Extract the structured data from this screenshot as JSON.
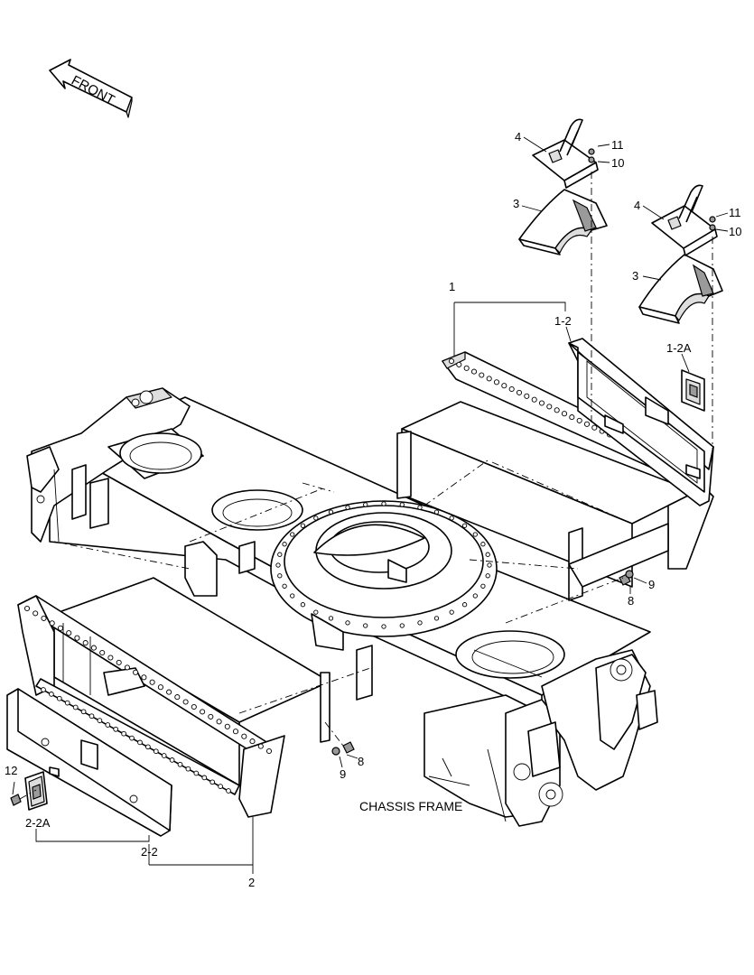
{
  "diagram": {
    "caption": "CHASSIS FRAME",
    "front_arrow_label": "FRONT",
    "callouts": {
      "c1": "1",
      "c1_2": "1-2",
      "c1_2A": "1-2A",
      "c2": "2",
      "c2_2": "2-2",
      "c2_2A": "2-2A",
      "c3a": "3",
      "c3b": "3",
      "c4a": "4",
      "c4b": "4",
      "c8a": "8",
      "c8b": "8",
      "c9a": "9",
      "c9b": "9",
      "c10a": "10",
      "c10b": "10",
      "c11a": "11",
      "c11b": "11",
      "c12": "12"
    }
  }
}
